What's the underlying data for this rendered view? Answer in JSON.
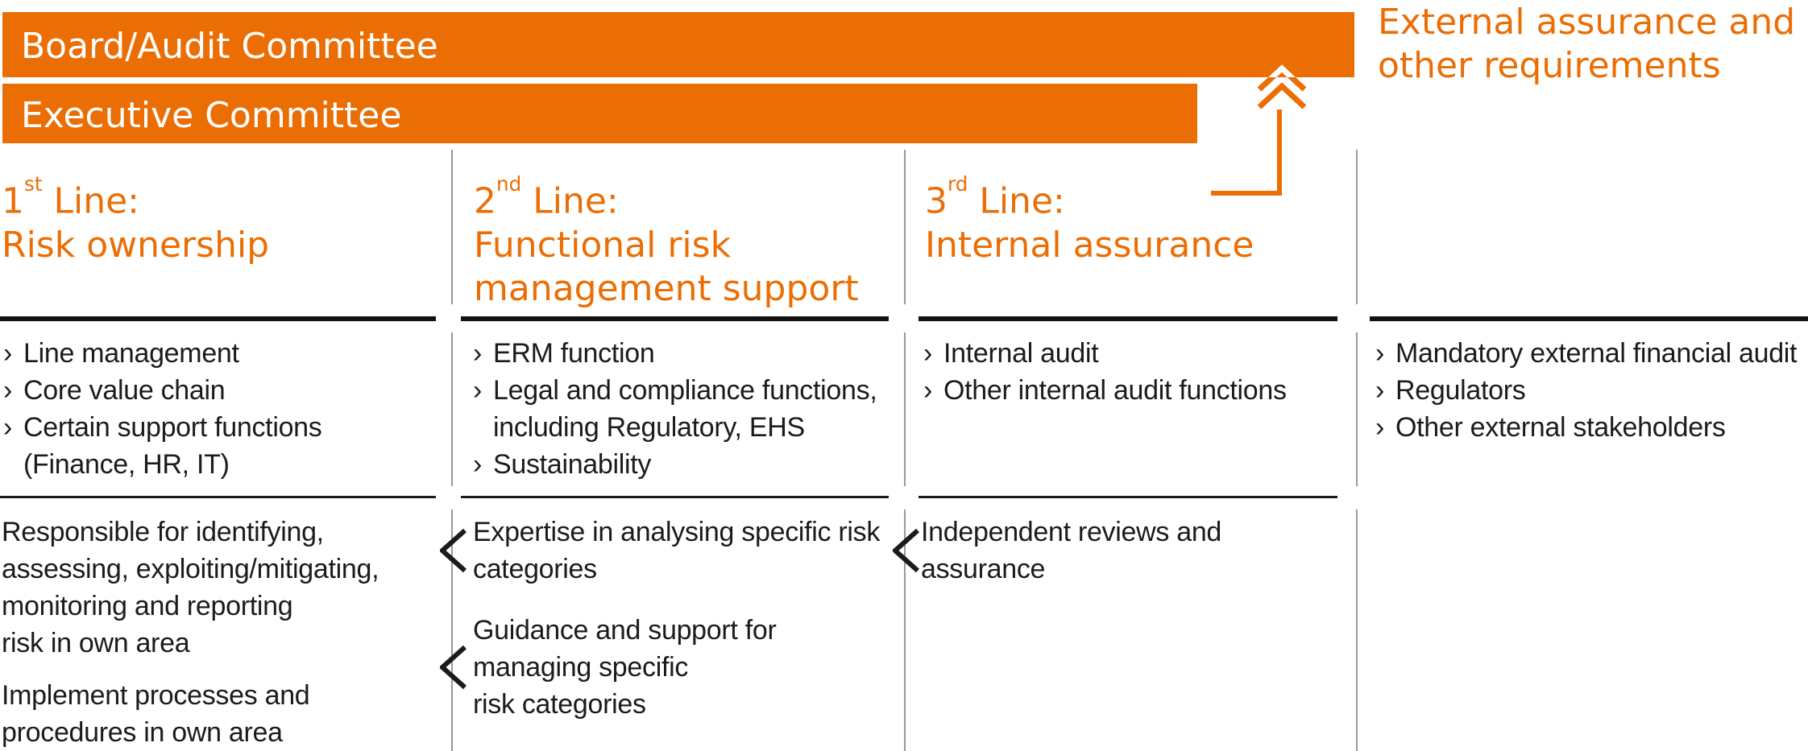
{
  "colors": {
    "orange": "#EB6E05",
    "text_black": "#1b1b1b",
    "divider_gray": "#999999",
    "bar_text": "#ffffff"
  },
  "icons": {
    "up_arrow": "double-chevron-up-arrow",
    "note_chevron": "angle-left",
    "bullet": "angle-right-small"
  },
  "bullet_char": "›",
  "top_bars": [
    {
      "label": "Board/Audit Committee"
    },
    {
      "label": "Executive Committee"
    }
  ],
  "external_heading": {
    "lines": [
      "External assurance and",
      "other requirements"
    ]
  },
  "columns": [
    {
      "id": "line1",
      "title": {
        "num": "1",
        "sup": "st",
        "rest": " Line:"
      },
      "subtitle_lines": [
        "Risk ownership"
      ],
      "items": [
        {
          "lines": [
            "Line management"
          ]
        },
        {
          "lines": [
            "Core value chain"
          ]
        },
        {
          "lines": [
            "Certain support functions",
            "(Finance, HR, IT)"
          ]
        }
      ],
      "notes": [
        {
          "chevron": false,
          "lines": [
            "Responsible for identifying,",
            "assessing, exploiting/mitigating,",
            "monitoring and reporting",
            "risk in own area"
          ]
        },
        {
          "chevron": false,
          "lines": [
            "Implement processes and",
            "procedures in own area"
          ]
        }
      ]
    },
    {
      "id": "line2",
      "title": {
        "num": "2",
        "sup": "nd",
        "rest": " Line:"
      },
      "subtitle_lines": [
        "Functional risk",
        "management support"
      ],
      "items": [
        {
          "lines": [
            "ERM function"
          ]
        },
        {
          "lines": [
            "Legal and compliance functions,",
            "including Regulatory, EHS"
          ]
        },
        {
          "lines": [
            "Sustainability"
          ]
        }
      ],
      "notes": [
        {
          "chevron": true,
          "lines": [
            "Expertise in analysing specific risk",
            "categories"
          ]
        },
        {
          "chevron": true,
          "lines": [
            "Guidance and support for",
            "managing specific",
            "risk categories"
          ]
        }
      ]
    },
    {
      "id": "line3",
      "title": {
        "num": "3",
        "sup": "rd",
        "rest": " Line:"
      },
      "subtitle_lines": [
        "Internal assurance"
      ],
      "items": [
        {
          "lines": [
            "Internal audit"
          ]
        },
        {
          "lines": [
            "Other internal audit functions"
          ]
        }
      ],
      "notes": [
        {
          "chevron": true,
          "lines": [
            "Independent reviews and",
            "assurance"
          ]
        }
      ]
    },
    {
      "id": "external",
      "title": null,
      "subtitle_lines": [],
      "items": [
        {
          "lines": [
            "Mandatory external financial audit"
          ]
        },
        {
          "lines": [
            "Regulators"
          ]
        },
        {
          "lines": [
            "Other external stakeholders"
          ]
        }
      ],
      "notes": []
    }
  ]
}
